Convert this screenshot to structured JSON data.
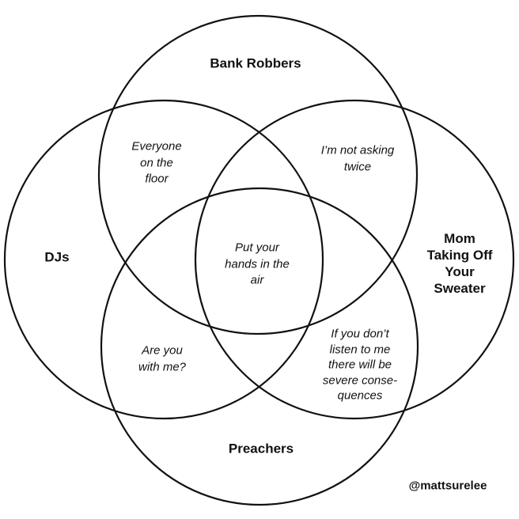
{
  "sets": {
    "bank_robbers": "Bank Robbers",
    "djs": "DJs",
    "mom": [
      "Mom",
      "Taking Off",
      "Your",
      "Sweater"
    ],
    "preachers": "Preachers"
  },
  "overlaps": {
    "djs_bank_robbers": [
      "Everyone",
      "on the",
      "floor"
    ],
    "bank_robbers_mom": [
      "I’m not asking",
      "twice"
    ],
    "all": [
      "Put your",
      "hands in the",
      "air"
    ],
    "djs_preachers": [
      "Are you",
      "with me?"
    ],
    "mom_preachers": [
      "If you don’t",
      "listen to me",
      "there will be",
      "severe conse-",
      "quences"
    ]
  },
  "credit": "@mattsurelee",
  "colors": {
    "stroke": "#111111",
    "background": "#ffffff"
  }
}
